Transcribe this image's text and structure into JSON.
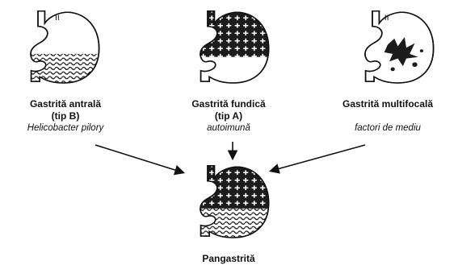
{
  "diagram": {
    "types": [
      {
        "title_lines": [
          "Gastrită antrală",
          "(tip B)"
        ],
        "cause": "Helicobacter pilory",
        "pattern": "antrum-waves"
      },
      {
        "title_lines": [
          "Gastrită fundică",
          "(tip A)"
        ],
        "cause": "autoimună",
        "pattern": "fundus-crosses"
      },
      {
        "title_lines": [
          "Gastrită multifocală"
        ],
        "cause": "factori de mediu",
        "pattern": "multifocal-leaves"
      }
    ],
    "result": {
      "title": "Pangastrită",
      "pattern": "crosses-and-waves"
    },
    "colors": {
      "ink": "#111111",
      "fill_dark": "#1c1c1c",
      "paper": "#ffffff"
    }
  }
}
